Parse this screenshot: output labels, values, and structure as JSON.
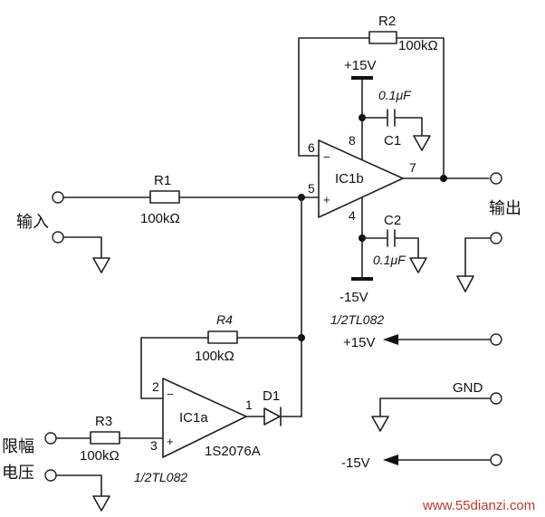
{
  "components": {
    "r1": {
      "ref": "R1",
      "value": "100kΩ"
    },
    "r2": {
      "ref": "R2",
      "value": "100kΩ"
    },
    "r3": {
      "ref": "R3",
      "value": "100kΩ"
    },
    "r4": {
      "ref": "R4",
      "value": "100kΩ"
    },
    "c1": {
      "ref": "C1",
      "value": "0.1μF"
    },
    "c2": {
      "ref": "C2",
      "value": "0.1μF"
    },
    "d1": {
      "ref": "D1",
      "part": "1S2076A"
    },
    "ic1a": {
      "ref": "IC1a",
      "part": "1/2TL082"
    },
    "ic1b": {
      "ref": "IC1b",
      "part": "1/2TL082"
    }
  },
  "pins": {
    "ic1b_inv": "6",
    "ic1b_noninv": "5",
    "ic1b_out": "7",
    "ic1b_vpos": "8",
    "ic1b_vneg": "4",
    "ic1a_inv": "2",
    "ic1a_noninv": "3",
    "ic1a_out": "1",
    "minus": "−",
    "plus": "+"
  },
  "rails": {
    "ic_vpos": "+15V",
    "ic_vneg": "-15V",
    "supply_pos": "+15V",
    "supply_gnd": "GND",
    "supply_neg": "-15V"
  },
  "ports": {
    "input": "输入",
    "output": "输出",
    "limit_line1": "限幅",
    "limit_line2": "电压"
  },
  "watermark": "www.55dianzi.com"
}
